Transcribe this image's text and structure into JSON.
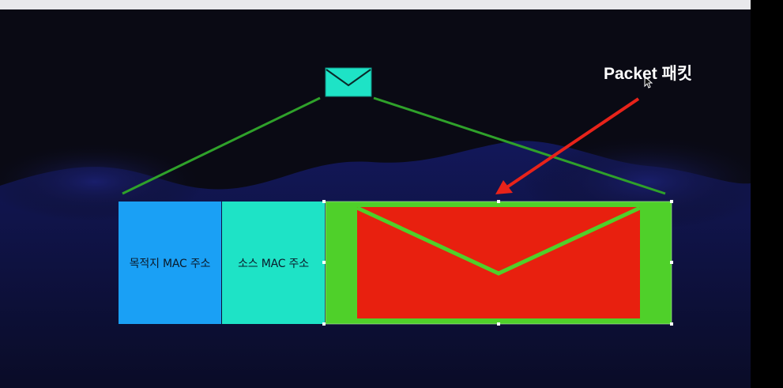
{
  "frame": {
    "dest_mac_label": "목적지 MAC 주소",
    "src_mac_label": "소스 MAC 주소",
    "payload_icon": "envelope-icon"
  },
  "annotation": {
    "label": "Packet 패킷",
    "arrow_color": "#e8231a"
  },
  "top_icon": "envelope-icon",
  "colors": {
    "dest_mac": "#1aa0f5",
    "src_mac": "#1ee3c6",
    "payload_frame": "#4fd02a",
    "payload_envelope": "#e8200f",
    "top_envelope": "#1ee3c6",
    "bracket_lines": "#2fa12a",
    "background": "#0a0a14"
  }
}
